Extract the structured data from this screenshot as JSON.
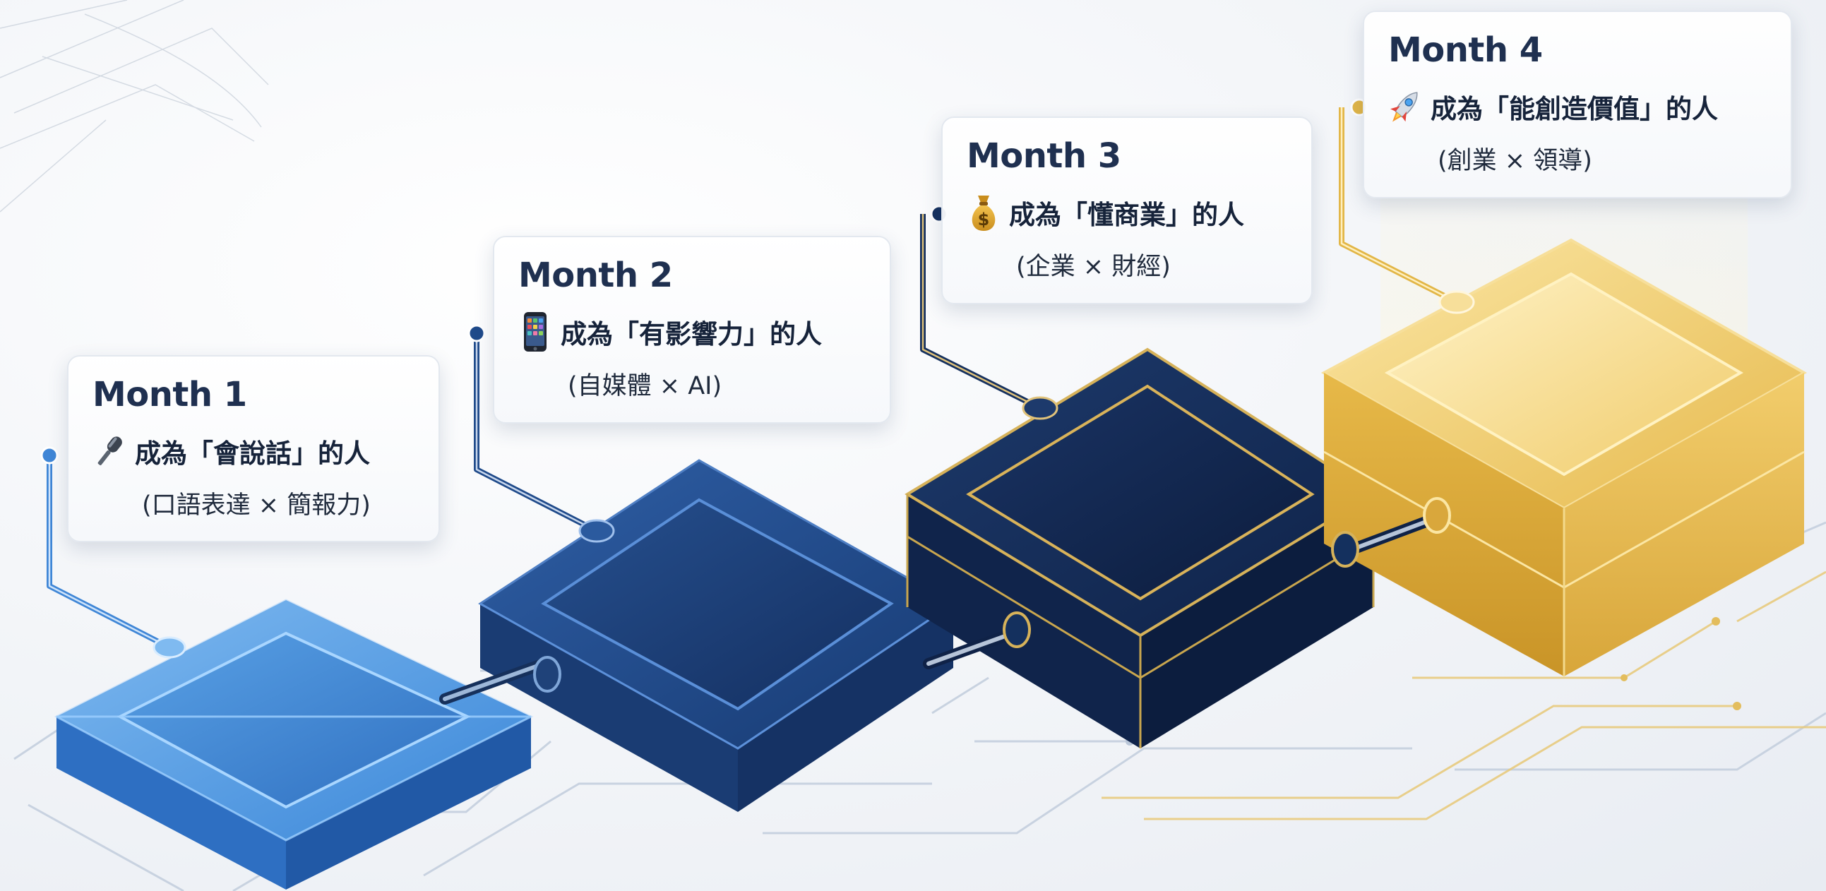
{
  "steps": [
    {
      "title": "Month 1",
      "goal": "成為「會說話」的人",
      "focus": "(口語表達 × 簡報力)",
      "icon": "microphone-icon",
      "color": "#3f86d6"
    },
    {
      "title": "Month 2",
      "goal": "成為「有影響力」的人",
      "focus": "(自媒體 × AI)",
      "icon": "smartphone-icon",
      "color": "#1f4a8a"
    },
    {
      "title": "Month 3",
      "goal": "成為「懂商業」的人",
      "focus": "(企業 × 財經)",
      "icon": "money-bag-icon",
      "color": "#15305e"
    },
    {
      "title": "Month 4",
      "goal": "成為「能創造價值」的人",
      "focus": "(創業 × 領導)",
      "icon": "rocket-icon",
      "color": "#e2b647"
    }
  ]
}
